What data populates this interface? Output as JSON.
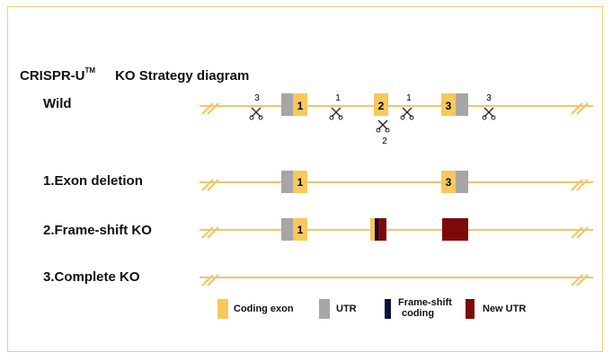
{
  "title": {
    "main": "CRISPR-U",
    "superscript": "TM",
    "suffix": "KO Strategy diagram"
  },
  "rows": {
    "wild": "Wild",
    "exon_deletion": "1.Exon deletion",
    "frame_shift": "2.Frame-shift KO",
    "complete": "3.Complete KO"
  },
  "exon_labels": {
    "e1": "1",
    "e2": "2",
    "e3": "3"
  },
  "cut_labels": {
    "c1": "3",
    "c2": "1",
    "c3": "1",
    "c4": "3",
    "c5": "2"
  },
  "legend": {
    "coding_exon": "Coding exon",
    "utr": "UTR",
    "frame_shift_line1": "Frame-shift",
    "frame_shift_line2": "coding",
    "new_utr": "New UTR"
  },
  "colors": {
    "coding_exon": "#f9c85a",
    "utr": "#a6a6a6",
    "frame_shift": "#0d0f3a",
    "new_utr": "#7d0a0a",
    "line": "#f2c46a",
    "frame_border": "#f2c978"
  }
}
